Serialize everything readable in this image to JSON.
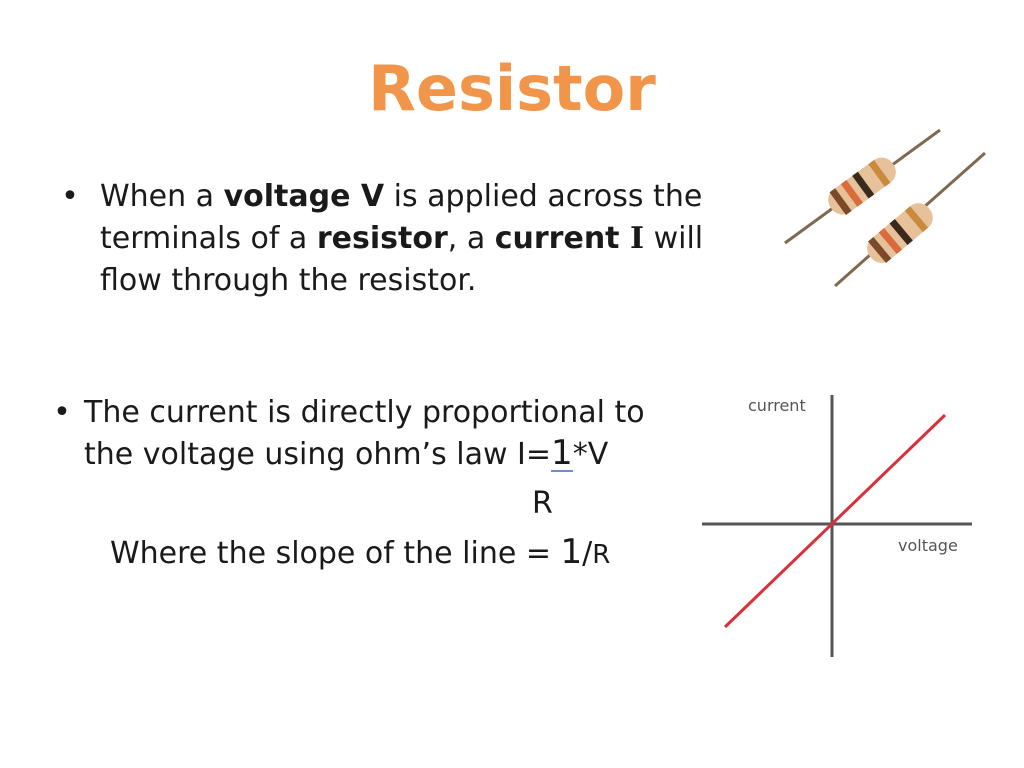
{
  "slide": {
    "title": "Resistor",
    "title_color": "#f0954a",
    "bullet1": {
      "t1": "When a ",
      "t2": "voltage V",
      "t3": " is applied across the terminals of a ",
      "t4": "resistor",
      "t5": ", a ",
      "t6": "current ",
      "t7": "I",
      "t8": " will flow through the resistor."
    },
    "bullet2": {
      "t1": "The current is directly proportional to the voltage using ohm’s law I=",
      "one": "1",
      "t2": "*V"
    },
    "denominator": "R",
    "slope": {
      "t1": "Where the slope of the line = ",
      "one": "1",
      "slash": "/",
      "r": "R"
    },
    "graph": {
      "y_label": "current",
      "x_label": "voltage",
      "line_color": "#d9303a"
    },
    "resistor_band_colors": [
      "#7a4a2a",
      "#d96b3c",
      "#3a2a1e",
      "#c98a3e"
    ]
  }
}
